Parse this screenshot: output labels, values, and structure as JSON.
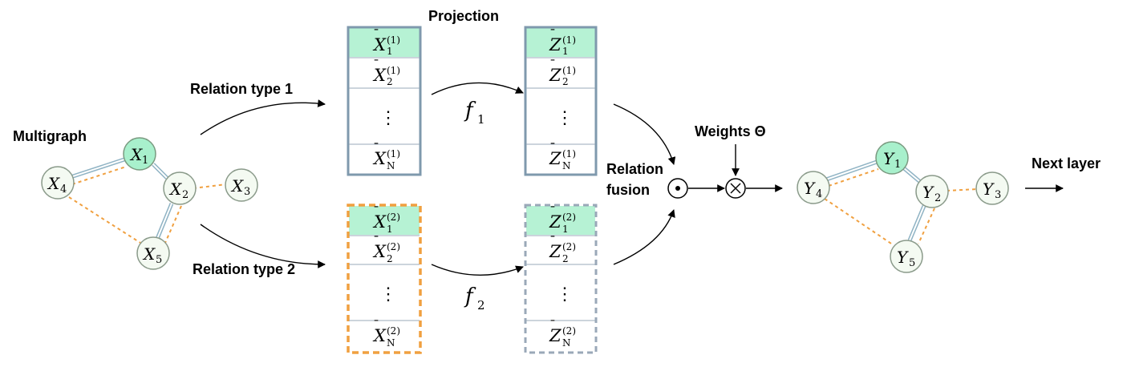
{
  "labels": {
    "multigraph": "Multigraph",
    "relation_type_1": "Relation type 1",
    "relation_type_2": "Relation type 2",
    "projection": "Projection",
    "relation_fusion_line1": "Relation",
    "relation_fusion_line2": "fusion",
    "weights": "Weights Θ",
    "next_layer": "Next layer"
  },
  "input_graph": {
    "nodes": [
      {
        "id": "X1",
        "letter": "X",
        "index": "1"
      },
      {
        "id": "X2",
        "letter": "X",
        "index": "2"
      },
      {
        "id": "X3",
        "letter": "X",
        "index": "3"
      },
      {
        "id": "X4",
        "letter": "X",
        "index": "4"
      },
      {
        "id": "X5",
        "letter": "X",
        "index": "5"
      }
    ],
    "relation1_edges": [
      [
        "X4",
        "X1"
      ],
      [
        "X1",
        "X2"
      ],
      [
        "X2",
        "X5"
      ]
    ],
    "relation2_edges": [
      [
        "X4",
        "X1"
      ],
      [
        "X2",
        "X3"
      ],
      [
        "X4",
        "X5"
      ],
      [
        "X2",
        "X5"
      ]
    ]
  },
  "output_graph": {
    "nodes": [
      {
        "id": "Y1",
        "letter": "Y",
        "index": "1"
      },
      {
        "id": "Y2",
        "letter": "Y",
        "index": "2"
      },
      {
        "id": "Y3",
        "letter": "Y",
        "index": "3"
      },
      {
        "id": "Y4",
        "letter": "Y",
        "index": "4"
      },
      {
        "id": "Y5",
        "letter": "Y",
        "index": "5"
      }
    ]
  },
  "matrices": {
    "x1": {
      "letter": "X",
      "superscript": "(1)",
      "rows": [
        "1",
        "2",
        "⋮",
        "N"
      ]
    },
    "z1": {
      "letter": "Z",
      "superscript": "(1)",
      "rows": [
        "1",
        "2",
        "⋮",
        "N"
      ]
    },
    "x2": {
      "letter": "X",
      "superscript": "(2)",
      "rows": [
        "1",
        "2",
        "⋮",
        "N"
      ]
    },
    "z2": {
      "letter": "Z",
      "superscript": "(2)",
      "rows": [
        "1",
        "2",
        "⋮",
        "N"
      ]
    }
  },
  "functions": {
    "f1": {
      "letter": "f",
      "index": "1"
    },
    "f2": {
      "letter": "f",
      "index": "2"
    }
  },
  "operators": {
    "fusion": "⊙",
    "multiply": "×"
  },
  "colors": {
    "relation1": "#8fb3c4",
    "relation2": "#f0a040",
    "highlight": "#a8f0cc",
    "matrix_border_1": "#7f99ad",
    "matrix_border_2_x": "#f0a040",
    "matrix_border_2_z": "#9aa8b8"
  }
}
